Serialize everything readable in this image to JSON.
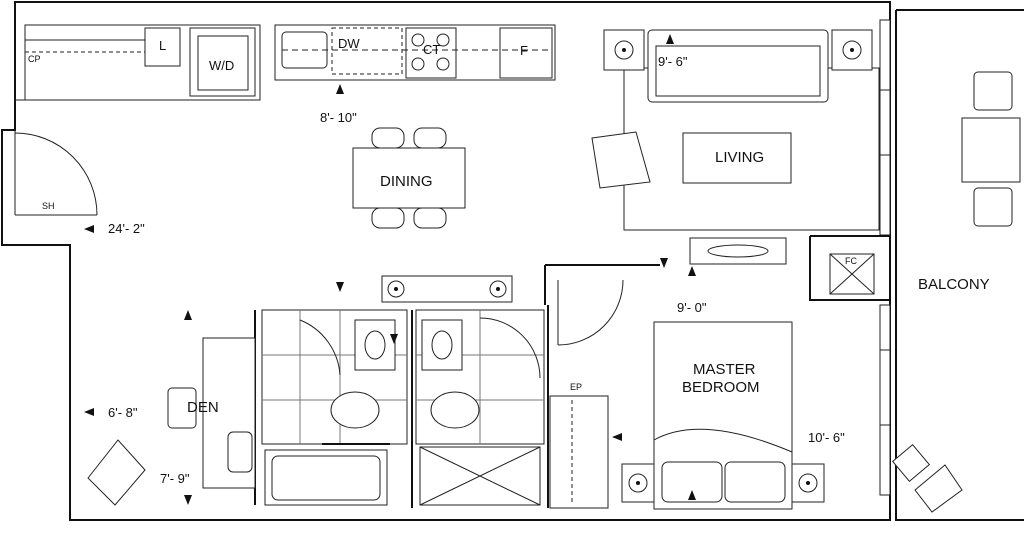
{
  "rooms": {
    "dining": "DINING",
    "living": "LIVING",
    "balcony": "BALCONY",
    "den": "DEN",
    "master_line1": "MASTER",
    "master_line2": "BEDROOM"
  },
  "fixtures": {
    "cp": "CP",
    "l": "L",
    "wd": "W/D",
    "dw": "DW",
    "ct": "CT",
    "f": "F",
    "sh": "SH",
    "fc": "FC",
    "ep": "EP"
  },
  "dimensions": {
    "living_width": "9'- 6\"",
    "kitchen": "8'- 10\"",
    "overall": "24'- 2\"",
    "bedroom_width": "9'- 0\"",
    "den_height": "6'- 8\"",
    "den_width": "7'- 9\"",
    "bedroom_length": "10'- 6\""
  }
}
